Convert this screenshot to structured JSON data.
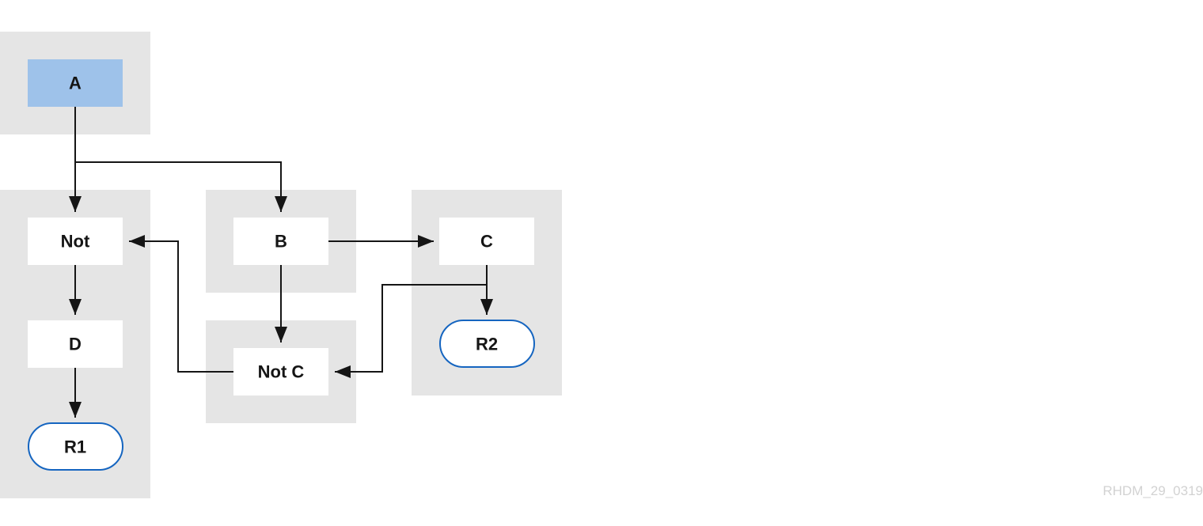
{
  "colors": {
    "group_bg": "#e5e5e5",
    "node_bg": "#ffffff",
    "highlight_bg": "#9ec2ea",
    "result_stroke": "#1565c0",
    "line": "#151515",
    "watermark": "#d2d2d2"
  },
  "nodes": {
    "a": "A",
    "not": "Not",
    "d": "D",
    "r1": "R1",
    "b": "B",
    "not_c": "Not C",
    "c": "C",
    "r2": "R2"
  },
  "watermark": "RHDM_29_0319"
}
